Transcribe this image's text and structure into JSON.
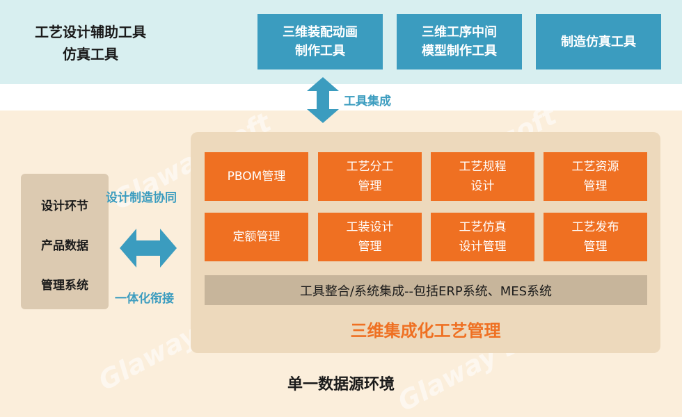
{
  "header": {
    "title_lines": [
      "工艺设计辅助工具",
      "仿真工具"
    ],
    "tools": [
      {
        "lines": [
          "三维装配动画",
          "制作工具"
        ]
      },
      {
        "lines": [
          "三维工序中间",
          "模型制作工具"
        ]
      },
      {
        "lines": [
          "制造仿真工具"
        ]
      }
    ],
    "integration_label": "工具集成"
  },
  "watermarks": [
    "Glaway soft",
    "Glaway soft",
    "Glaway soft",
    "Glaway soft"
  ],
  "left_system": {
    "lines": [
      "设计环节",
      "产品数据",
      "管理系统"
    ],
    "top_label": "设计制造协同",
    "bottom_label": "一体化衔接"
  },
  "main": {
    "modules": [
      {
        "lines": [
          "PBOM管理"
        ]
      },
      {
        "lines": [
          "工艺分工",
          "管理"
        ]
      },
      {
        "lines": [
          "工艺规程",
          "设计"
        ]
      },
      {
        "lines": [
          "工艺资源",
          "管理"
        ]
      },
      {
        "lines": [
          "定额管理"
        ]
      },
      {
        "lines": [
          "工装设计",
          "管理"
        ]
      },
      {
        "lines": [
          "工艺仿真",
          "设计管理"
        ]
      },
      {
        "lines": [
          "工艺发布",
          "管理"
        ]
      }
    ],
    "integration_bar": "工具整合/系统集成--包括ERP系统、MES系统",
    "title": "三维集成化工艺管理"
  },
  "footer": {
    "env_label": "单一数据源环境"
  },
  "colors": {
    "top_band": "#d8eff0",
    "tool_blue": "#3b9cbf",
    "module_orange": "#ef7022",
    "bar_tan": "#c7b59b",
    "panel_beige": "#edd9bc",
    "background": "#fbeedb"
  }
}
